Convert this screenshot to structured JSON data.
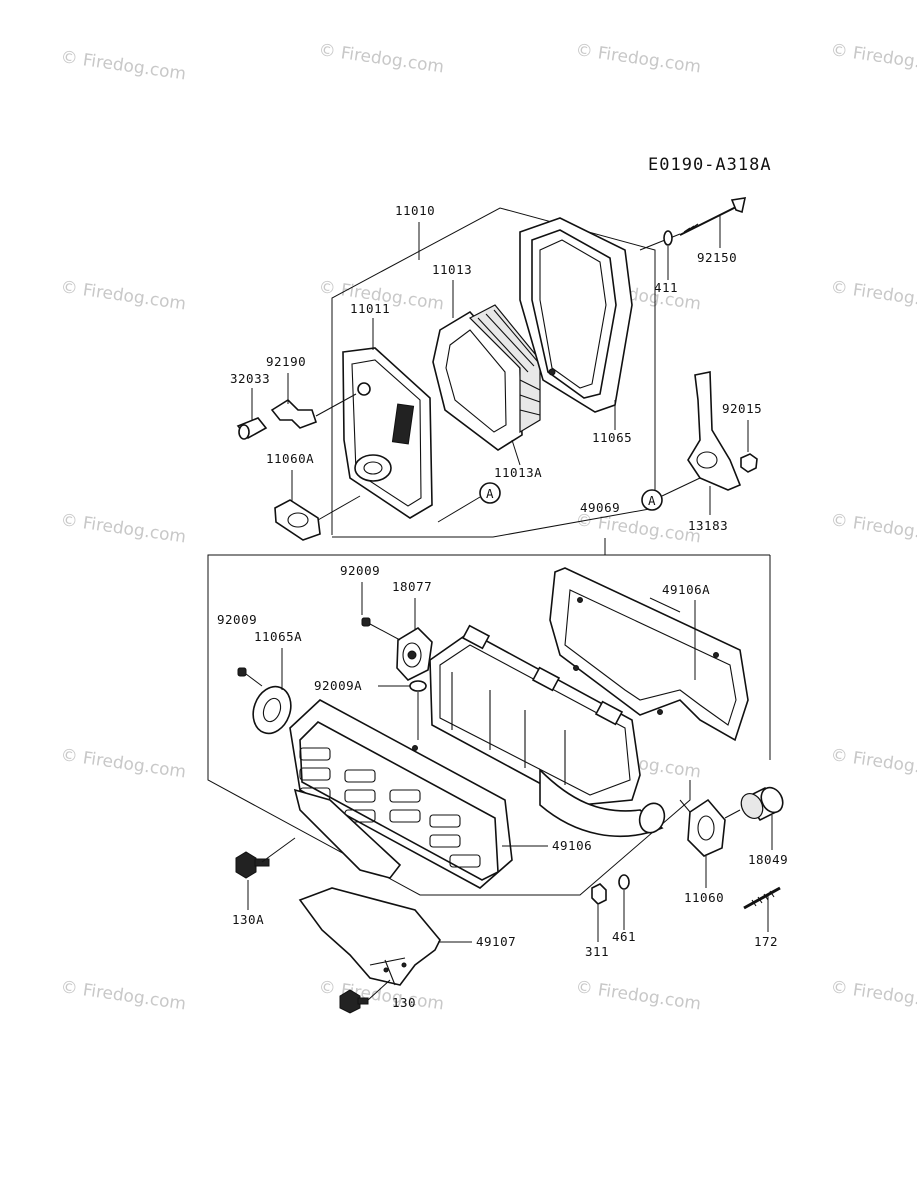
{
  "diagram_code": "E0190-A318A",
  "watermark": {
    "text": "Firedog.com",
    "symbol": "©"
  },
  "callout": "A",
  "labels": {
    "p11010": "11010",
    "p11013": "11013",
    "p11011": "11011",
    "p92190": "92190",
    "p32033": "32033",
    "p11060A": "11060A",
    "p11013A": "11013A",
    "p11065": "11065",
    "p411": "411",
    "p92150": "92150",
    "p92015": "92015",
    "p13183": "13183",
    "p49069": "49069",
    "p92009a": "92009",
    "p18077": "18077",
    "p92009b": "92009",
    "p11065A": "11065A",
    "p92009A": "92009A",
    "p49106A": "49106A",
    "p49106": "49106",
    "p130A": "130A",
    "p49107": "49107",
    "p130": "130",
    "p311": "311",
    "p461": "461",
    "p11060": "11060",
    "p18049": "18049",
    "p172": "172"
  }
}
